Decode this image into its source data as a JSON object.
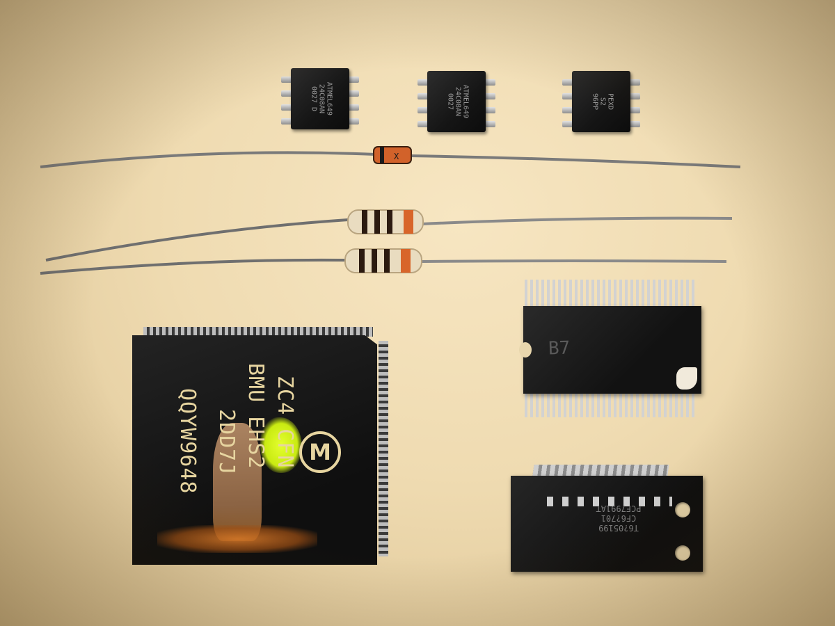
{
  "image": {
    "description_colors": {
      "background": "#efdbb1",
      "chip_body": "#151515",
      "chip_marking": "#e7d5a0",
      "paint_green": "#d4f01a",
      "paint_brown": "#b07a4c"
    }
  },
  "soic_chips": [
    {
      "line1": "ATMEL649",
      "line2": "24C08AN",
      "line3": "0027 D"
    },
    {
      "line1": "ATMEL649",
      "line2": "24C08AN",
      "line3": "0027"
    },
    {
      "line1": "PEXD",
      "line2": "S2",
      "line3": "96PP"
    }
  ],
  "plcc_chip": {
    "line1": "ZC4 CFN",
    "line2": "BMU EHS2",
    "line3": "2DD7J",
    "line4": "QQYW9648",
    "logo_icon": "motorola-logo-icon"
  },
  "tssop_chip": {
    "mark1": "B7",
    "mark2": "",
    "mark3": "",
    "mark4": "",
    "mark5": "",
    "mark6": ""
  },
  "power_soic_chip": {
    "line1": "PCF7991AT",
    "line2": "CF6?701",
    "line3": "T6?05199"
  },
  "components": {
    "diode": {
      "band_color": "#1b1b1b",
      "body_color": "#d2622a"
    },
    "resistors": [
      {
        "bands": [
          "#2b1a10",
          "#2b1a10",
          "#2b1a10",
          "#d8652a"
        ]
      },
      {
        "bands": [
          "#2b1a10",
          "#2b1a10",
          "#2b1a10",
          "#d8652a"
        ]
      }
    ]
  }
}
